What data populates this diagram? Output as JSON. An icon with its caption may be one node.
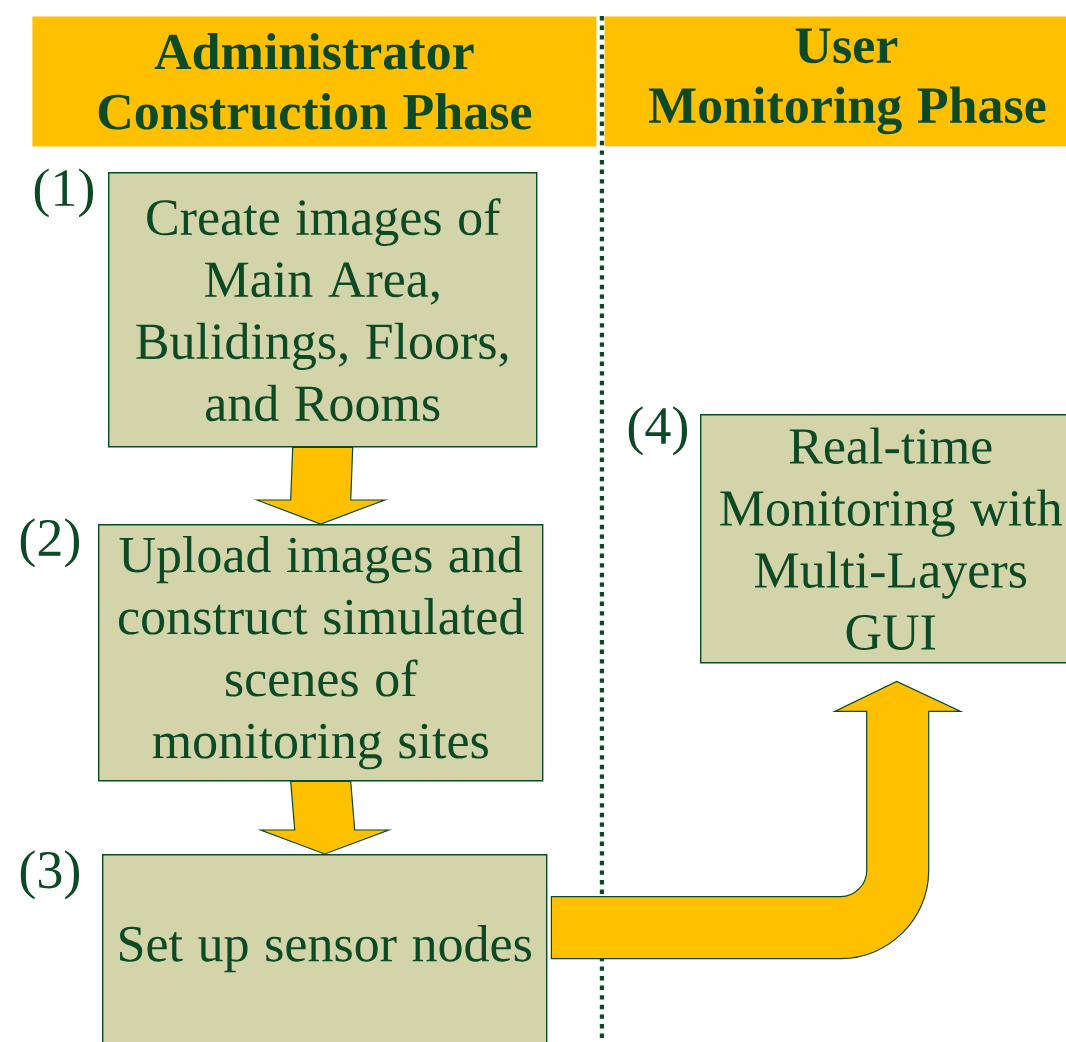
{
  "diagram": {
    "nodes": [
      {
        "text": [
          "Administrator Construction Phase"
        ]
      },
      {
        "text": [
          "User Monitoring Phase"
        ]
      },
      {
        "text": [
          "Create images of Main Area, Bulidings, Floors, and Rooms"
        ],
        "beside": [
          "(1)"
        ]
      },
      {
        "text": [
          "Upload images and construct simulated scenes of monitoring sites"
        ],
        "beside": [
          "(2)"
        ]
      },
      {
        "text": [
          "Set up sensor nodes"
        ],
        "beside": [
          "(3)"
        ]
      },
      {
        "text": [
          "Real-time Monitoring with Multi-Layers GUI"
        ],
        "beside": [
          "(4)"
        ]
      }
    ],
    "edges": [
      {
        "from": 2,
        "to": 3,
        "arrow": "to",
        "style": "thick"
      },
      {
        "from": 3,
        "to": 4,
        "arrow": "to",
        "style": "thick"
      },
      {
        "from": 4,
        "to": 5,
        "arrow": "to",
        "style": "thick"
      }
    ]
  }
}
